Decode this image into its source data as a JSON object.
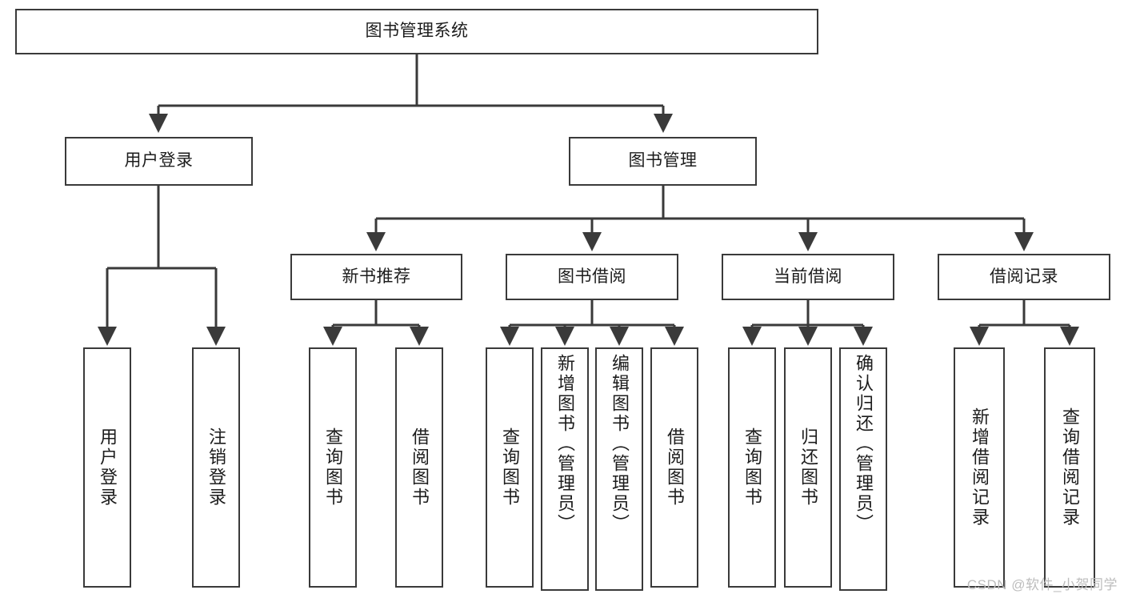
{
  "diagram": {
    "type": "tree-hierarchy",
    "title_node": {
      "label": "图书管理系统"
    },
    "level2": [
      {
        "id": "user-login",
        "label": "用户登录"
      },
      {
        "id": "book-management",
        "label": "图书管理"
      }
    ],
    "level3": [
      {
        "id": "new-book-recommend",
        "label": "新书推荐",
        "parent": "book-management"
      },
      {
        "id": "book-borrow",
        "label": "图书借阅",
        "parent": "book-management"
      },
      {
        "id": "current-borrow",
        "label": "当前借阅",
        "parent": "book-management"
      },
      {
        "id": "borrow-record",
        "label": "借阅记录",
        "parent": "book-management"
      }
    ],
    "leaves": [
      {
        "id": "leaf-user-login",
        "label": "用户登录",
        "parent": "user-login"
      },
      {
        "id": "leaf-logout-login",
        "label": "注销登录",
        "parent": "user-login"
      },
      {
        "id": "leaf-query-book-1",
        "label": "查询图书",
        "parent": "new-book-recommend"
      },
      {
        "id": "leaf-borrow-book-1",
        "label": "借阅图书",
        "parent": "new-book-recommend"
      },
      {
        "id": "leaf-query-book-2",
        "label": "查询图书",
        "parent": "book-borrow"
      },
      {
        "id": "leaf-add-book",
        "label": "新增图书（管理员）",
        "parent": "book-borrow"
      },
      {
        "id": "leaf-edit-book",
        "label": "编辑图书（管理员）",
        "parent": "book-borrow"
      },
      {
        "id": "leaf-borrow-book-2",
        "label": "借阅图书",
        "parent": "book-borrow"
      },
      {
        "id": "leaf-query-book-3",
        "label": "查询图书",
        "parent": "current-borrow"
      },
      {
        "id": "leaf-return-book",
        "label": "归还图书",
        "parent": "current-borrow"
      },
      {
        "id": "leaf-confirm-return",
        "label": "确认归还（管理员）",
        "parent": "current-borrow"
      },
      {
        "id": "leaf-add-record",
        "label": "新增借阅记录",
        "parent": "borrow-record"
      },
      {
        "id": "leaf-query-record",
        "label": "查询借阅记录",
        "parent": "borrow-record"
      }
    ],
    "colors": {
      "box_border": "#3a3a3a",
      "connector": "#3a3a3a",
      "background": "#ffffff",
      "text": "#1c1c1c",
      "watermark": "#bdbdbd"
    }
  },
  "watermark": {
    "text": "CSDN @软件_小贺同学"
  }
}
